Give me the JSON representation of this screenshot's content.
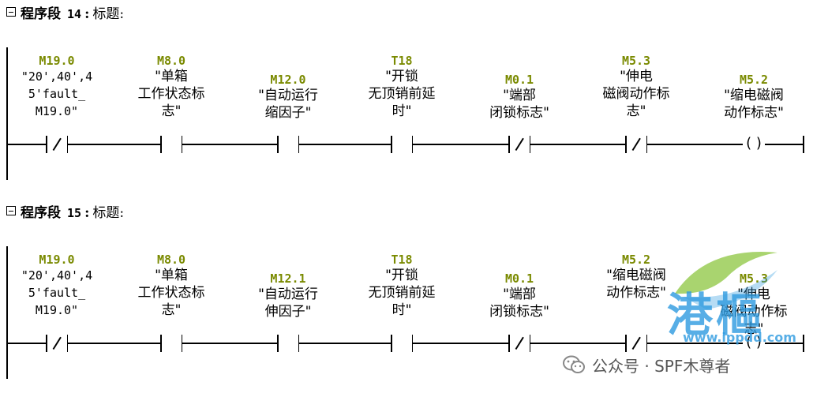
{
  "networks": [
    {
      "header": {
        "label": "程序段",
        "number": "14",
        "colon": ":",
        "title": "标题:"
      },
      "elements": [
        {
          "addr": "M19.0",
          "symbol": "\"20',40',4\n5'fault_\nM19.0\"",
          "kind": "nc"
        },
        {
          "addr": "M8.0",
          "symbol": "\"单箱\n工作状态标\n志\"",
          "kind": "no"
        },
        {
          "addr": "M12.0",
          "symbol": "\"自动运行\n缩因子\"",
          "kind": "no"
        },
        {
          "addr": "T18",
          "symbol": "\"开锁\n无顶销前延\n时\"",
          "kind": "no"
        },
        {
          "addr": "M0.1",
          "symbol": "\"端部\n闭锁标志\"",
          "kind": "nc"
        },
        {
          "addr": "M5.3",
          "symbol": "\"伸电\n磁阀动作标\n志\"",
          "kind": "nc"
        },
        {
          "addr": "M5.2",
          "symbol": "\"缩电磁阀\n动作标志\"",
          "kind": "coil"
        }
      ]
    },
    {
      "header": {
        "label": "程序段",
        "number": "15",
        "colon": ":",
        "title": "标题:"
      },
      "elements": [
        {
          "addr": "M19.0",
          "symbol": "\"20',40',4\n5'fault_\nM19.0\"",
          "kind": "nc"
        },
        {
          "addr": "M8.0",
          "symbol": "\"单箱\n工作状态标\n志\"",
          "kind": "no"
        },
        {
          "addr": "M12.1",
          "symbol": "\"自动运行\n伸因子\"",
          "kind": "no"
        },
        {
          "addr": "T18",
          "symbol": "\"开锁\n无顶销前延\n时\"",
          "kind": "no"
        },
        {
          "addr": "M0.1",
          "symbol": "\"端部\n闭锁标志\"",
          "kind": "nc"
        },
        {
          "addr": "M5.2",
          "symbol": "\"缩电磁阀\n动作标志\"",
          "kind": "nc"
        },
        {
          "addr": "M5.3",
          "symbol": "\"伸电\n磁阀动作标\n志\"",
          "kind": "coil"
        }
      ]
    }
  ],
  "coil_glyph": "( )",
  "watermark": {
    "brand": "港樞",
    "url": "www.ippdd.com"
  },
  "footer": {
    "icon": "wechat-icon",
    "text": "公众号 · SPF木尊者"
  },
  "colors": {
    "address": "#7a8a00",
    "watermark_green": "#8cc63f",
    "watermark_blue": "#2e9be0",
    "footer_text": "#555555"
  }
}
